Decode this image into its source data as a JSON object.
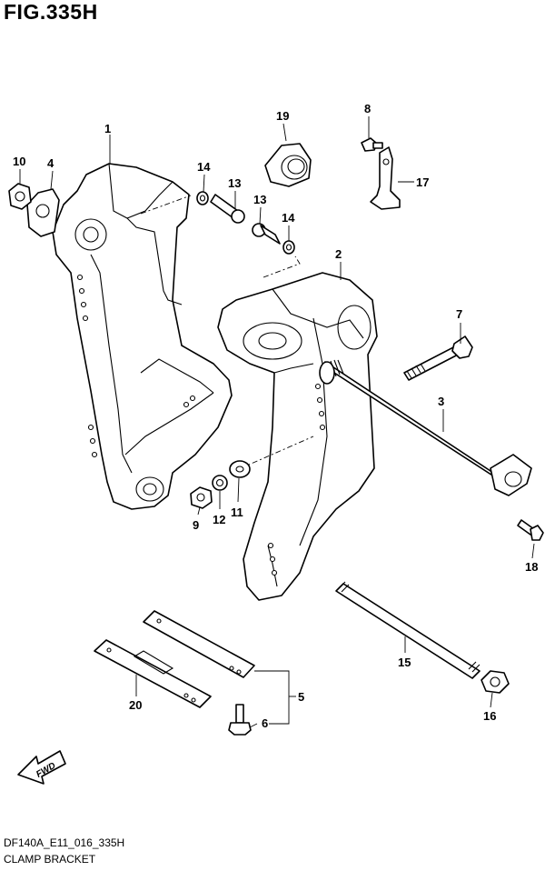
{
  "figure": {
    "title": "FIG.335H",
    "model_code": "DF140A_E11_016_335H",
    "caption": "CLAMP BRACKET",
    "direction_label": "FWD"
  },
  "callouts": [
    "1",
    "2",
    "3",
    "4",
    "5",
    "6",
    "7",
    "8",
    "9",
    "10",
    "11",
    "12",
    "13",
    "13",
    "14",
    "14",
    "15",
    "16",
    "17",
    "18",
    "19",
    "20"
  ]
}
